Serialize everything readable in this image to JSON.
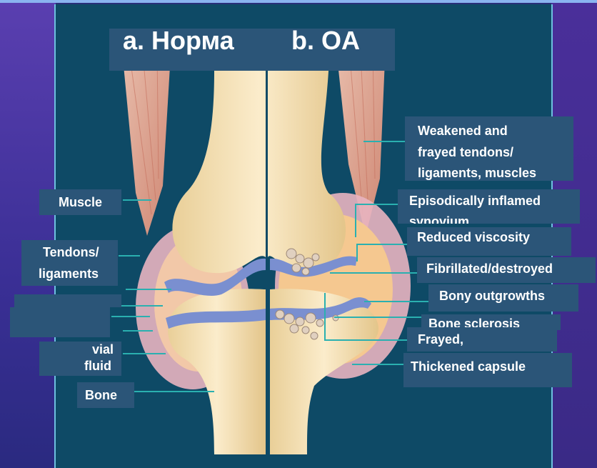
{
  "title": {
    "normal": "a. Норма",
    "oa": "b. OA"
  },
  "labels_left": {
    "muscle": "Muscle",
    "tendons_1": "Tendons/",
    "tendons_2": "ligaments",
    "synovial_1": "vial",
    "synovial_2": "fluid",
    "bone": "Bone"
  },
  "labels_right": {
    "weakened_1": "Weakened and",
    "weakened_2": "frayed tendons/",
    "weakened_3": "ligaments, muscles",
    "inflamed": "Episodically inflamed",
    "inflamed_cut": "synovium",
    "viscosity": "Reduced viscosity",
    "fibrillated": "Fibrillated/destroyed",
    "outgrowths": "Bony outgrowths",
    "sclerosis": "Bone sclerosis",
    "frayed": "Frayed,",
    "capsule": "Thickened capsule"
  },
  "colors": {
    "panel": "#0e4a66",
    "label_box": "#2b5578",
    "leader": "#2ab0b0",
    "bone": "#f3dfb0",
    "cartilage": "#7a8fd0",
    "capsule": "#e8b4c0",
    "muscle": "#e8a890"
  }
}
